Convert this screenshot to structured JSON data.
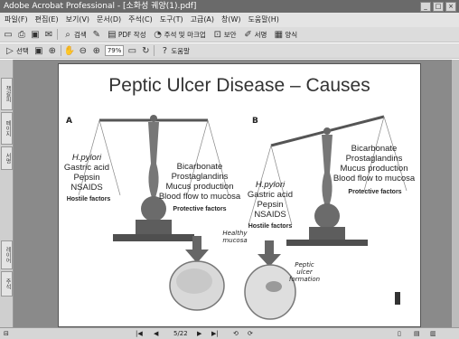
{
  "window": {
    "title": "Adobe Acrobat Professional - [소화성 궤양(1).pdf]",
    "controls": [
      "_",
      "□",
      "×"
    ]
  },
  "menu": [
    "파일(F)",
    "편집(E)",
    "보기(V)",
    "문서(D)",
    "주석(C)",
    "도구(T)",
    "고급(A)",
    "창(W)",
    "도움말(H)"
  ],
  "toolbar1": {
    "search_label": "검색",
    "pdf_create_label": "PDF 작성",
    "review_label": "주석 및 마크업",
    "secure_label": "보안",
    "sign_label": "서명",
    "forms_label": "양식"
  },
  "toolbar2": {
    "select_label": "선택",
    "zoom_value": "79%",
    "help_label": "도움말"
  },
  "sidebar": {
    "tabs": [
      "책갈피",
      "페이지",
      "서명",
      "레이어",
      "주석"
    ]
  },
  "slide": {
    "title": "Peptic Ulcer Disease – Causes",
    "panel_a": {
      "label": "A",
      "hostile_lines": [
        "H.pylori",
        "Gastric acid",
        "Pepsin",
        "NSAIDS"
      ],
      "hostile_caption": "Hostile factors",
      "protective_lines": [
        "Bicarbonate",
        "Prostaglandins",
        "Mucus production",
        "Blood flow to mucosa"
      ],
      "protective_caption": "Protective factors",
      "outcome": "Healthy mucosa"
    },
    "panel_b": {
      "label": "B",
      "hostile_lines": [
        "H.pylori",
        "Gastric acid",
        "Pepsin",
        "NSAIDS"
      ],
      "hostile_caption": "Hostile factors",
      "protective_lines": [
        "Bicarbonate",
        "Prostaglandins",
        "Mucus production",
        "Blood flow to mucosa"
      ],
      "protective_caption": "Protective factors",
      "outcome": "Peptic ulcer formation"
    }
  },
  "status": {
    "page": "5/22"
  },
  "colors": {
    "titlebar": "#6a6a6a",
    "workspace": "#8a8a8a",
    "slide_bg": "#ffffff"
  }
}
